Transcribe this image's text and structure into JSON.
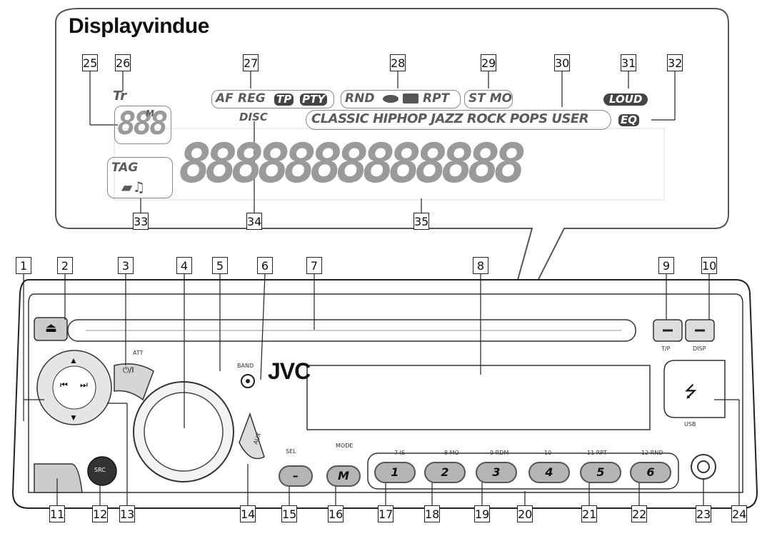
{
  "title": "Displayvindue",
  "callouts": {
    "c1": "1",
    "c2": "2",
    "c3": "3",
    "c4": "4",
    "c5": "5",
    "c6": "6",
    "c7": "7",
    "c8": "8",
    "c9": "9",
    "c10": "10",
    "c11": "11",
    "c12": "12",
    "c13": "13",
    "c14": "14",
    "c15": "15",
    "c16": "16",
    "c17": "17",
    "c18": "18",
    "c19": "19",
    "c20": "20",
    "c21": "21",
    "c22": "22",
    "c23": "23",
    "c24": "24",
    "c25": "25",
    "c26": "26",
    "c27": "27",
    "c28": "28",
    "c29": "29",
    "c30": "30",
    "c31": "31",
    "c32": "32",
    "c33": "33",
    "c34": "34",
    "c35": "35"
  },
  "display": {
    "tr": "Tr",
    "af": "AF",
    "reg": "REG",
    "tp": "TP",
    "pty": "PTY",
    "rnd": "RND",
    "rpt": "RPT",
    "stmo": "ST MO",
    "loud": "LOUD",
    "eq": "EQ",
    "disc": "DISC",
    "eq_modes": "CLASSIC HIPHOP JAZZ ROCK POPS USER",
    "tag": "TAG",
    "track_digits": "888",
    "main_digits": "8888888888888",
    "m": "M"
  },
  "panel": {
    "brand": "JVC",
    "att": "ATT",
    "power": "⏻/I",
    "band": "BAND",
    "tp_label": "T/P",
    "disp_label": "DISP",
    "usb_label": "USB",
    "aux_label": "AUX",
    "src": "SRC",
    "sel": "SEL",
    "mode": "MODE",
    "m_btn": "M",
    "minus_btn": "–",
    "preset_labels": [
      "7 IS",
      "8 MO",
      "9 RDM",
      "10",
      "11 RPT",
      "12 RND"
    ],
    "preset_buttons": [
      "1",
      "2",
      "3",
      "4",
      "5",
      "6"
    ]
  },
  "colors": {
    "lcd_text": "#5b5b5b",
    "buttons": "#b5b5b5",
    "outline": "#222222"
  }
}
